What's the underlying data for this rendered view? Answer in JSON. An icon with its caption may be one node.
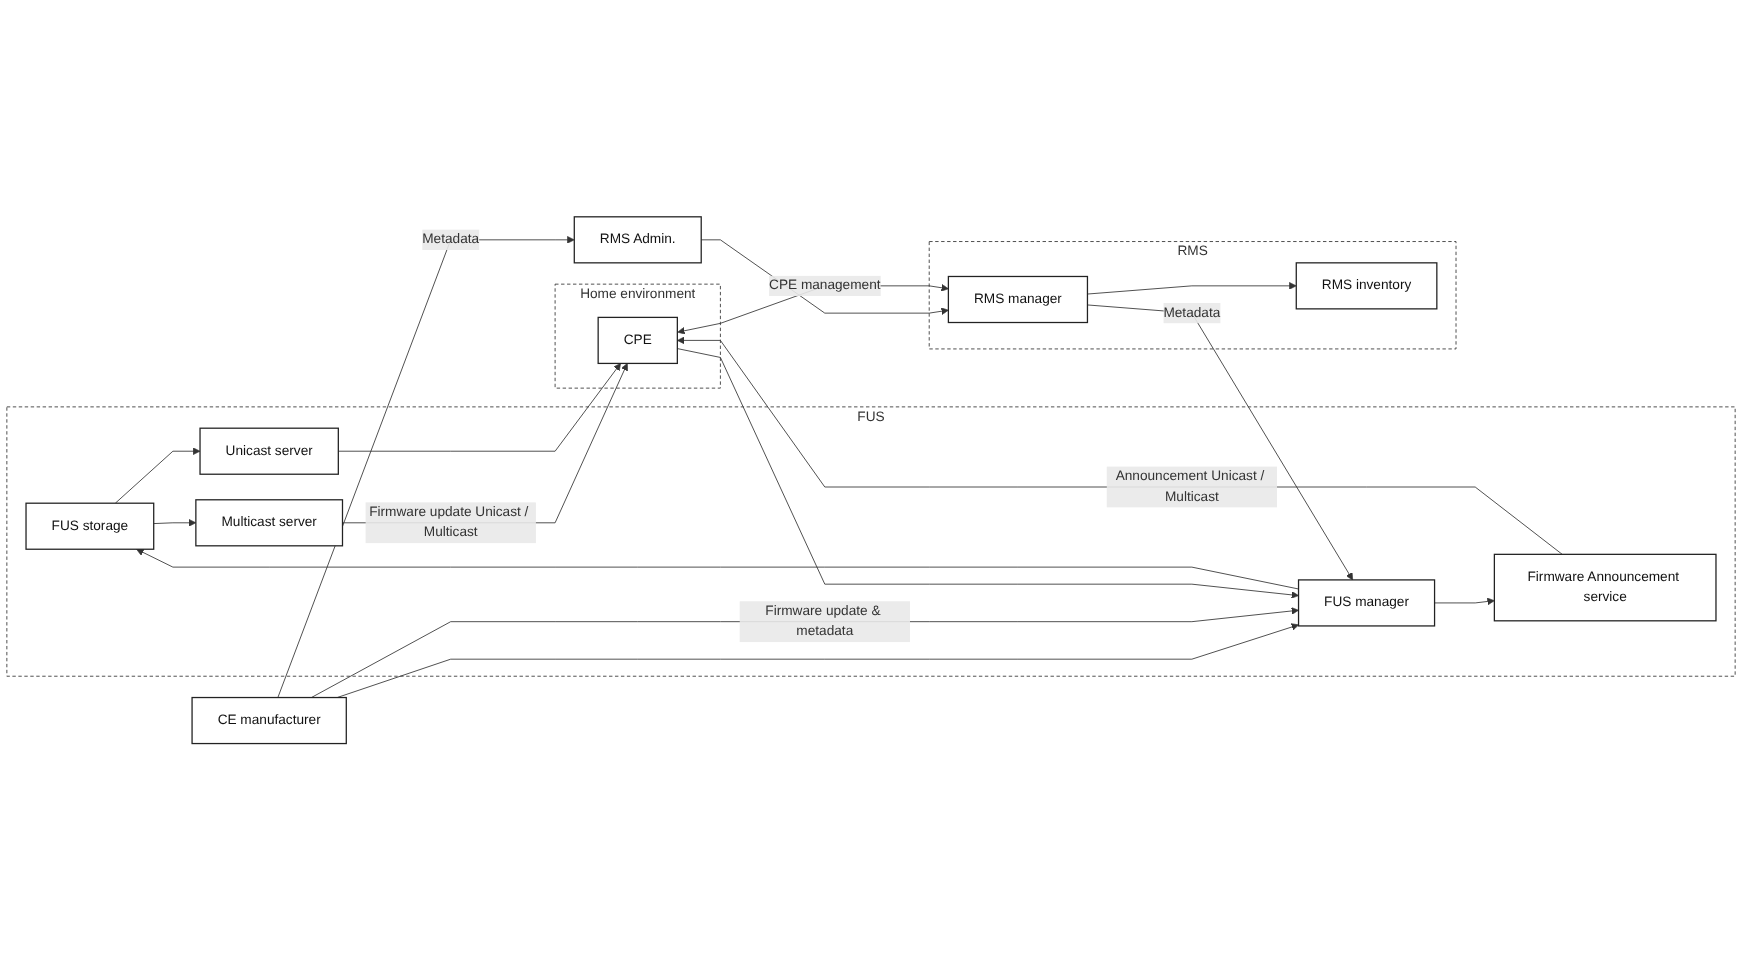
{
  "diagram": {
    "nodes": [
      {
        "text": [
          "FUS"
        ]
      },
      {
        "text": [
          "FUS storage"
        ],
        "in": 0
      },
      {
        "text": [
          "Multicast server"
        ],
        "in": 0
      },
      {
        "text": [
          "Unicast server"
        ],
        "in": 0
      },
      {
        "text": [
          "FUS manager"
        ],
        "in": 0
      },
      {
        "text": [
          "Firmware Announcement service"
        ],
        "in": 0
      },
      {
        "text": [
          "CE manufacturer"
        ]
      },
      {
        "text": [
          "Home environment"
        ]
      },
      {
        "text": [
          "CPE"
        ],
        "in": 7
      },
      {
        "text": [
          "RMS Admin."
        ]
      },
      {
        "text": [
          "RMS"
        ]
      },
      {
        "text": [
          "RMS manager"
        ],
        "in": 10
      },
      {
        "text": [
          "RMS inventory"
        ],
        "in": 10
      }
    ],
    "edges": [
      {
        "from": 1,
        "to": 2,
        "arrow": "to"
      },
      {
        "from": 1,
        "to": 3,
        "arrow": "to"
      },
      {
        "from": 4,
        "to": 1,
        "arrow": "to"
      },
      {
        "from": 4,
        "to": 5,
        "arrow": "to"
      },
      {
        "from": 6,
        "to": 4,
        "arrow": "to"
      },
      {
        "from": 6,
        "to": 4,
        "arrow": "to",
        "label": "Firmware update & metadata"
      },
      {
        "from": 6,
        "to": 9,
        "arrow": "to",
        "label": "Metadata"
      },
      {
        "from": 2,
        "to": 8,
        "arrow": "to",
        "label": "Firmware update Unicast / Multicast"
      },
      {
        "from": 3,
        "to": 8,
        "arrow": "to"
      },
      {
        "from": 5,
        "to": 8,
        "arrow": "to",
        "label": "Announcement Unicast / Multicast"
      },
      {
        "from": 8,
        "to": 4,
        "arrow": "to"
      },
      {
        "from": 11,
        "to": 4,
        "arrow": "to",
        "label": "Metadata"
      },
      {
        "from": 9,
        "to": 11,
        "arrow": "to"
      },
      {
        "from": 11,
        "to": 12,
        "arrow": "to"
      },
      {
        "from": 8,
        "to": 11,
        "arrow": "both",
        "label": "CPE management"
      }
    ]
  }
}
